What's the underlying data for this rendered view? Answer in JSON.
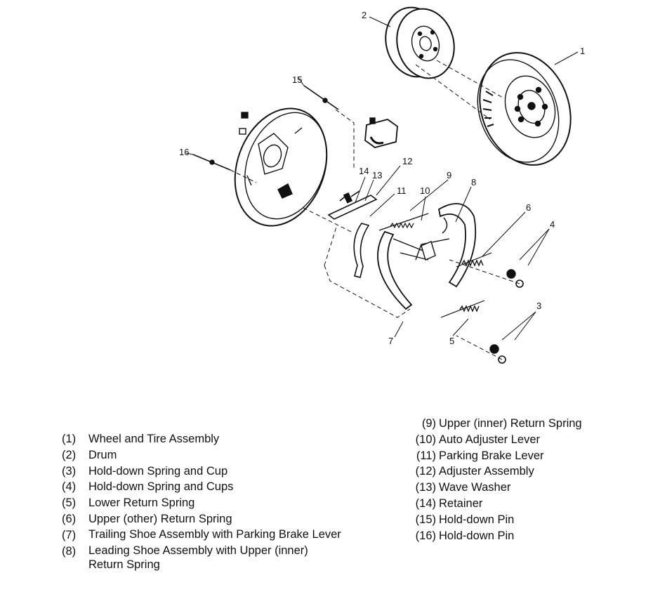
{
  "callouts": [
    "1",
    "2",
    "3",
    "4",
    "5",
    "6",
    "7",
    "8",
    "9",
    "10",
    "11",
    "12",
    "13",
    "14",
    "15",
    "16"
  ],
  "legend_left": [
    {
      "num": "(1)",
      "text": "Wheel and Tire Assembly"
    },
    {
      "num": "(2)",
      "text": "Drum"
    },
    {
      "num": "(3)",
      "text": "Hold-down Spring and Cup"
    },
    {
      "num": "(4)",
      "text": "Hold-down Spring and Cups"
    },
    {
      "num": "(5)",
      "text": "Lower Return Spring"
    },
    {
      "num": "(6)",
      "text": "Upper (other) Return Spring"
    },
    {
      "num": "(7)",
      "text": "Trailing Shoe Assembly with Parking Brake Lever"
    },
    {
      "num": "(8)",
      "text": "Leading Shoe Assembly with Upper (inner) Return Spring"
    }
  ],
  "legend_right": [
    {
      "num": "(9)",
      "text": "Upper (inner) Return Spring"
    },
    {
      "num": "(10)",
      "text": "Auto Adjuster Lever"
    },
    {
      "num": "(11)",
      "text": "Parking Brake Lever"
    },
    {
      "num": "(12)",
      "text": "Adjuster Assembly"
    },
    {
      "num": "(13)",
      "text": "Wave Washer"
    },
    {
      "num": "(14)",
      "text": "Retainer"
    },
    {
      "num": "(15)",
      "text": "Hold-down Pin"
    },
    {
      "num": "(16)",
      "text": "Hold-down Pin"
    }
  ]
}
